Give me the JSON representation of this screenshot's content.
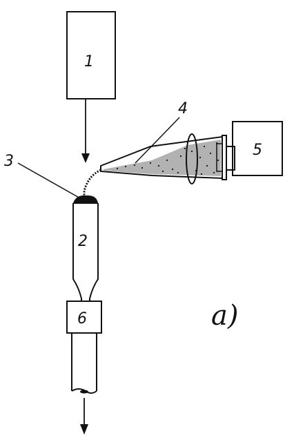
{
  "labels": {
    "l1": "1",
    "l2": "2",
    "l3": "3",
    "l4": "4",
    "l5": "5",
    "l6": "6"
  },
  "caption": "a)",
  "colors": {
    "ink": "#111111",
    "powder": "#222222",
    "background": "#ffffff"
  }
}
